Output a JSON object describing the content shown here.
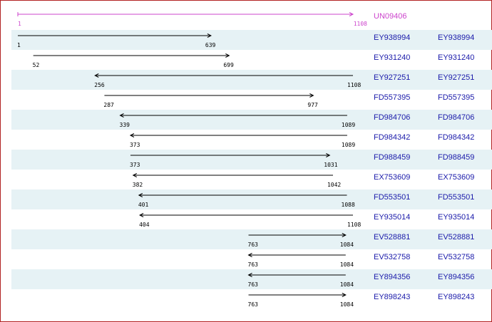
{
  "query": {
    "name": "UN09406",
    "start": 1,
    "end": 1108,
    "start_label": "1",
    "end_label": "1108",
    "color": "#cc44cc"
  },
  "colors": {
    "row_band": "#e6f2f5",
    "accent": "#1a1aaa",
    "frame": "#b22222",
    "line": "#000000"
  },
  "hits": [
    {
      "acc": "EY938994",
      "acc2": "EY938994",
      "start": 1,
      "end": 639,
      "start_label": "1",
      "end_label": "639",
      "dir": "right",
      "band": true
    },
    {
      "acc": "EY931240",
      "acc2": "EY931240",
      "start": 52,
      "end": 699,
      "start_label": "52",
      "end_label": "699",
      "dir": "right",
      "band": false
    },
    {
      "acc": "EY927251",
      "acc2": "EY927251",
      "start": 256,
      "end": 1108,
      "start_label": "256",
      "end_label": "1108",
      "dir": "left",
      "band": true
    },
    {
      "acc": "FD557395",
      "acc2": "FD557395",
      "start": 287,
      "end": 977,
      "start_label": "287",
      "end_label": "977",
      "dir": "right",
      "band": false
    },
    {
      "acc": "FD984706",
      "acc2": "FD984706",
      "start": 339,
      "end": 1089,
      "start_label": "339",
      "end_label": "1089",
      "dir": "left",
      "band": true
    },
    {
      "acc": "FD984342",
      "acc2": "FD984342",
      "start": 373,
      "end": 1089,
      "start_label": "373",
      "end_label": "1089",
      "dir": "left",
      "band": false
    },
    {
      "acc": "FD988459",
      "acc2": "FD988459",
      "start": 373,
      "end": 1031,
      "start_label": "373",
      "end_label": "1031",
      "dir": "right",
      "band": true
    },
    {
      "acc": "EX753609",
      "acc2": "EX753609",
      "start": 382,
      "end": 1042,
      "start_label": "382",
      "end_label": "1042",
      "dir": "left",
      "band": false
    },
    {
      "acc": "FD553501",
      "acc2": "FD553501",
      "start": 401,
      "end": 1088,
      "start_label": "401",
      "end_label": "1088",
      "dir": "left",
      "band": true
    },
    {
      "acc": "EY935014",
      "acc2": "EY935014",
      "start": 404,
      "end": 1108,
      "start_label": "404",
      "end_label": "1108",
      "dir": "left",
      "band": false
    },
    {
      "acc": "EV528881",
      "acc2": "EV528881",
      "start": 763,
      "end": 1084,
      "start_label": "763",
      "end_label": "1084",
      "dir": "right",
      "band": true
    },
    {
      "acc": "EV532758",
      "acc2": "EV532758",
      "start": 763,
      "end": 1084,
      "start_label": "763",
      "end_label": "1084",
      "dir": "left",
      "band": false
    },
    {
      "acc": "EY894356",
      "acc2": "EY894356",
      "start": 763,
      "end": 1084,
      "start_label": "763",
      "end_label": "1084",
      "dir": "left",
      "band": true
    },
    {
      "acc": "EY898243",
      "acc2": "EY898243",
      "start": 763,
      "end": 1084,
      "start_label": "763",
      "end_label": "1084",
      "dir": "right",
      "band": false
    }
  ]
}
